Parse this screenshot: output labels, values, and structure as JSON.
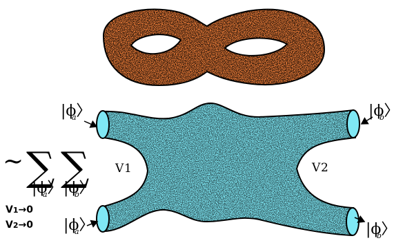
{
  "genus_two_surface": {
    "fill": "#f07f3a",
    "speckle": "#3c78d8"
  },
  "pants_surface": {
    "fill": "#7fe8f5",
    "speckle": "#2f74c8"
  },
  "states": {
    "top_left": {
      "symbol": "ϕ",
      "sub": "a"
    },
    "top_right": {
      "symbol": "ϕ",
      "sub": "b"
    },
    "bottom_left": {
      "symbol": "ϕ",
      "sub": "a"
    },
    "bottom_right": {
      "symbol": "ϕ",
      "sub": "b"
    }
  },
  "vertex_labels": {
    "left": "V",
    "left_index": "1",
    "right": "V",
    "right_index": "2"
  },
  "formula": {
    "tilde": "~",
    "sum_symbol": "∑",
    "sum1": {
      "symbol": "ϕ",
      "sub": "a"
    },
    "sum2": {
      "symbol": "ϕ",
      "sub": "b"
    },
    "limit1": {
      "v": "V",
      "idx": "1",
      "arrow": "→",
      "val": "0"
    },
    "limit2": {
      "v": "V",
      "idx": "2",
      "arrow": "→",
      "val": "0"
    }
  }
}
